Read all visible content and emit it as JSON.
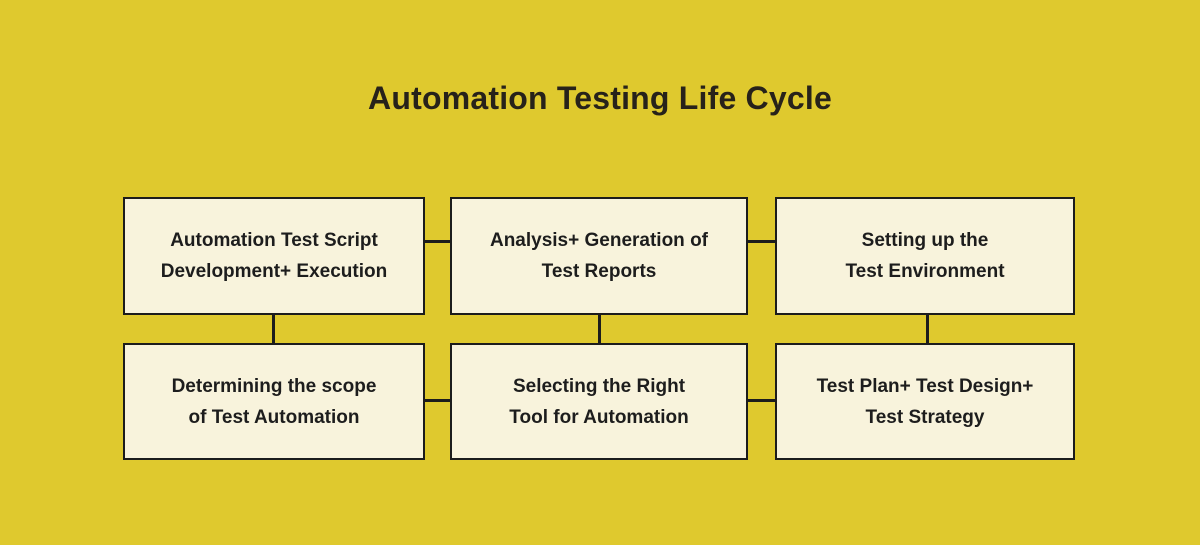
{
  "title": "Automation Testing Life Cycle",
  "colors": {
    "background": "#dfc92e",
    "box_fill": "#f8f3dc",
    "box_border": "#1c1c1c",
    "connector_line": "#1c1c1c",
    "title_text": "#27221a",
    "box_text": "#1d1d1d"
  },
  "boxes": [
    {
      "line1": "Automation Test Script",
      "line2": "Development+ Execution"
    },
    {
      "line1": "Analysis+ Generation of",
      "line2": "Test Reports"
    },
    {
      "line1": "Setting up the",
      "line2": "Test Environment"
    },
    {
      "line1": "Determining the scope",
      "line2": "of Test Automation"
    },
    {
      "line1": "Selecting the Right",
      "line2": "Tool for Automation"
    },
    {
      "line1": "Test Plan+ Test Design+",
      "line2": "Test Strategy"
    }
  ],
  "connections": [
    "box1-box2 horizontal",
    "box2-box3 horizontal",
    "box1-box4 vertical",
    "box2-box5 vertical",
    "box3-box6 vertical",
    "box4-box5 horizontal",
    "box5-box6 horizontal"
  ]
}
